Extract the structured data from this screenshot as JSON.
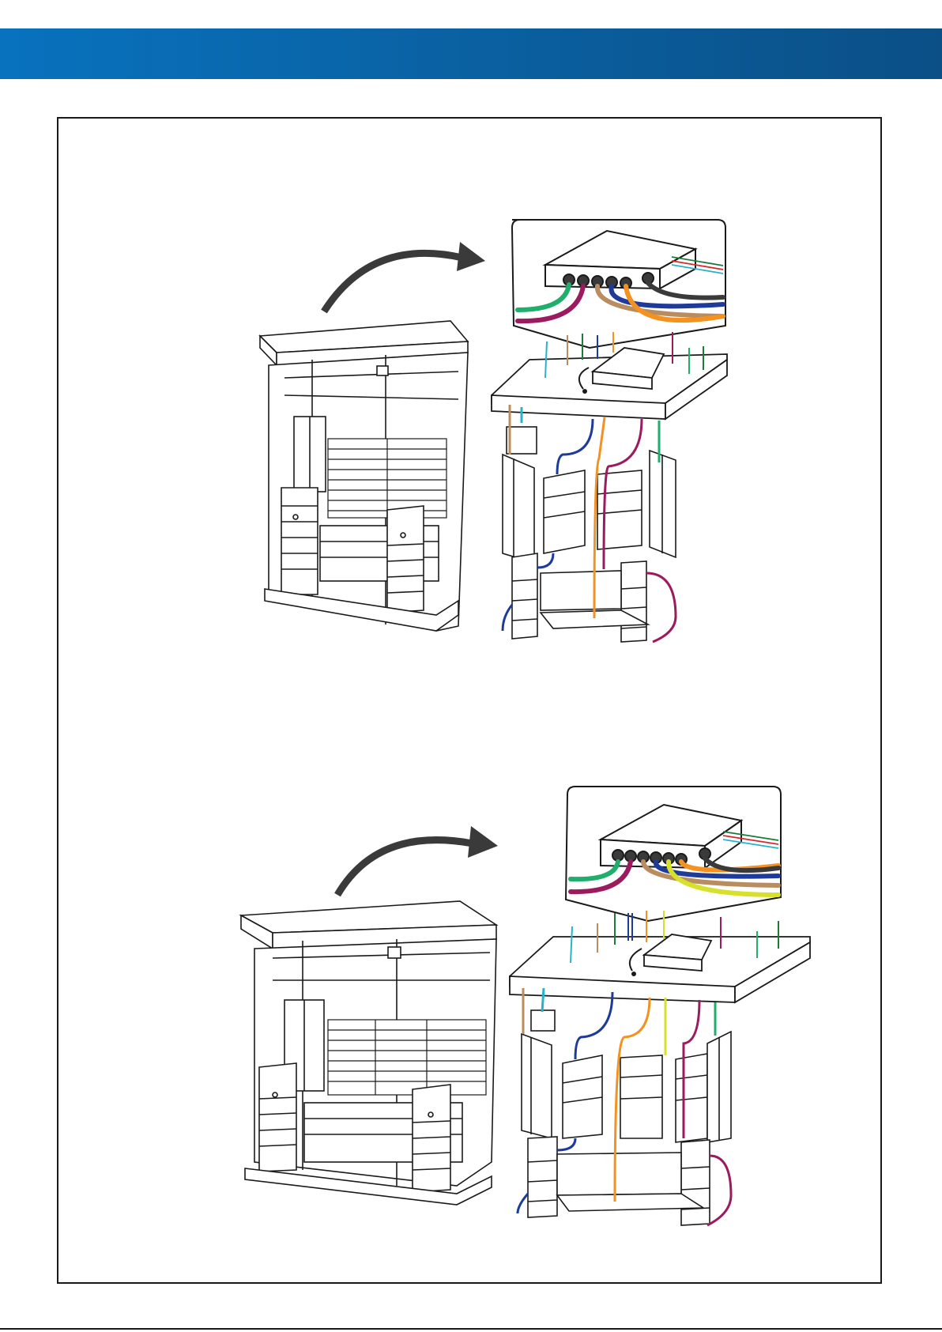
{
  "page": {
    "header_color": "#0a6ab0"
  },
  "colors": {
    "green": "#1fae6b",
    "purple": "#9c1a5e",
    "tan": "#b98d5f",
    "navy": "#1f3b9a",
    "orange": "#f39220",
    "teal": "#28b3c9",
    "yellow": "#d7e02a",
    "dark": "#3a3a3a",
    "red": "#d8282d",
    "darkgreen": "#1c7a3b"
  },
  "figures": [
    {
      "id": "two-person",
      "panels": 4,
      "wires": [
        "teal",
        "tan",
        "green",
        "navy",
        "orange",
        "purple",
        "green"
      ]
    },
    {
      "id": "three-person",
      "panels": 5,
      "wires": [
        "teal",
        "tan",
        "green",
        "navy",
        "orange",
        "yellow",
        "purple",
        "green"
      ]
    }
  ],
  "icons": [
    "curved-arrow-icon",
    "control-box-icon",
    "power-plug-icon",
    "sauna-cabin-icon"
  ]
}
